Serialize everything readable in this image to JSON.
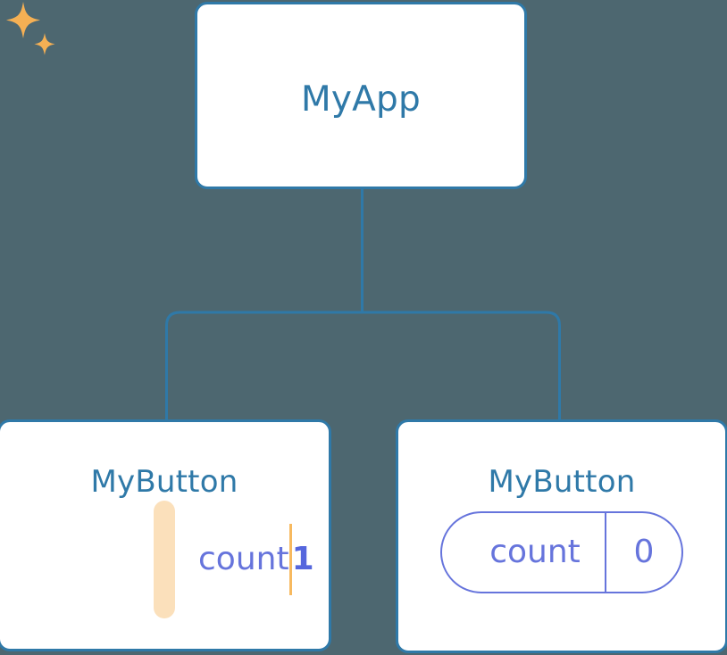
{
  "diagram": {
    "type": "component-tree",
    "background_color": "#4d6770",
    "accent_colors": {
      "card_border": "#2f79a8",
      "title_text": "#2f79a8",
      "state_purple": "#6674dc",
      "state_value_purple": "#5566dd",
      "highlight_orange": "#f7b95f",
      "highlight_halo": "#fbe0bb",
      "connector": "#2f79a8"
    },
    "root": {
      "title": "MyApp"
    },
    "children": [
      {
        "title": "MyButton",
        "highlighted": true,
        "state": {
          "key": "count",
          "value": "1"
        },
        "sparkle_icons": [
          "sparkle-large-icon",
          "sparkle-small-icon"
        ]
      },
      {
        "title": "MyButton",
        "highlighted": false,
        "state": {
          "key": "count",
          "value": "0"
        },
        "sparkle_icons": []
      }
    ],
    "connectors": {
      "icon": "tree-connector-icon",
      "description": "vertical trunk from root to horizontal branch bar, splitting to two child nodes"
    }
  }
}
